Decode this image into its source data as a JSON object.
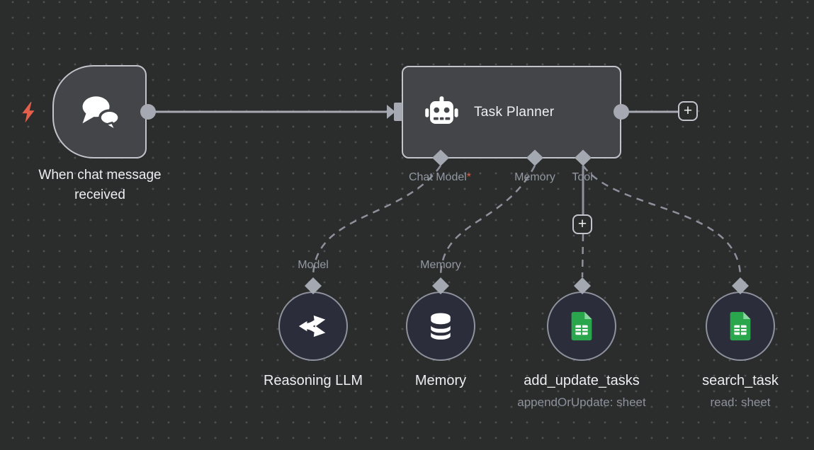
{
  "ui": {
    "plus": "+",
    "required_marker": "*"
  },
  "colors": {
    "background": "#2b2c2c",
    "grid_dot": "#4f5051",
    "node_fill": "#434549",
    "node_border": "#c1c4cb",
    "circle_fill": "#2b2d3a",
    "circle_border": "#8e929c",
    "connector": "#a6a9b2",
    "dashed_connector": "#8d919b",
    "muted_label": "#9298a2",
    "white_label": "#eceef1",
    "accent_red": "#e4604a",
    "sheets_green": "#2aa74c",
    "sheets_fold": "#8ad8a0"
  },
  "trigger": {
    "label": "When chat message received",
    "icon": "chat-bubbles-icon",
    "badge_icon": "lightning-bolt-icon"
  },
  "planner": {
    "title": "Task Planner",
    "icon": "robot-icon",
    "ports": [
      {
        "label": "Chat Model",
        "required": true
      },
      {
        "label": "Memory",
        "required": false
      },
      {
        "label": "Tool",
        "required": false
      }
    ]
  },
  "subnodes": [
    {
      "port_label": "Model",
      "label": "Reasoning LLM",
      "subtitle": "",
      "icon": "model-split-arrows-icon"
    },
    {
      "port_label": "Memory",
      "label": "Memory",
      "subtitle": "",
      "icon": "database-icon"
    },
    {
      "port_label": "",
      "label": "add_update_tasks",
      "subtitle": "appendOrUpdate: sheet",
      "icon": "google-sheets-icon"
    },
    {
      "port_label": "",
      "label": "search_task",
      "subtitle": "read: sheet",
      "icon": "google-sheets-icon"
    }
  ]
}
